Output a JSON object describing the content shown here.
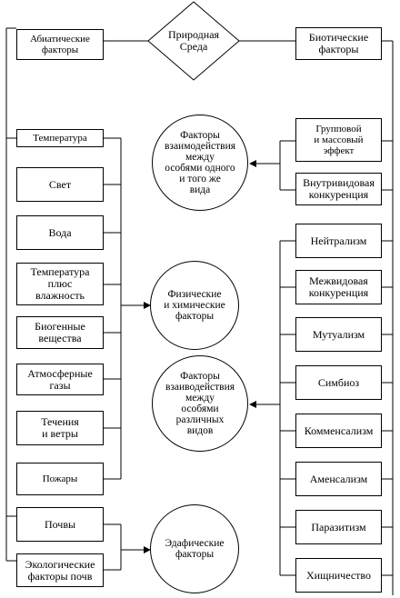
{
  "center_top": "Природная\nСреда",
  "left_header": "Абиатические\nфакторы",
  "right_header": "Биотические\nфакторы",
  "left_items": [
    "Температура",
    "Свет",
    "Вода",
    "Температура\nплюс\nвлажность",
    "Биогенные\nвещества",
    "Атмосферные\nгазы",
    "Течения\nи ветры",
    "Пожары",
    "Почвы",
    "Экологические\nфакторы почв"
  ],
  "right_items": [
    "Групповой\nи массовый\nэффект",
    "Внутривидовая\nконкуренция",
    "Нейтрализм",
    "Межвидовая\nконкуренция",
    "Мутуализм",
    "Симбиоз",
    "Комменсализм",
    "Аменсализм",
    "Паразитизм",
    "Хищничество"
  ],
  "circles": {
    "intraspecific": "Факторы\nвзаимодействия\nмежду\nособями одного\nи того же\nвида",
    "physchem": "Физические\nи химические\nфакторы",
    "interspecific": "Факторы\nвзаиводействия\nмежду\nособями\nразличных\nвидов",
    "edaphic": "Эдафические\nфакторы"
  }
}
